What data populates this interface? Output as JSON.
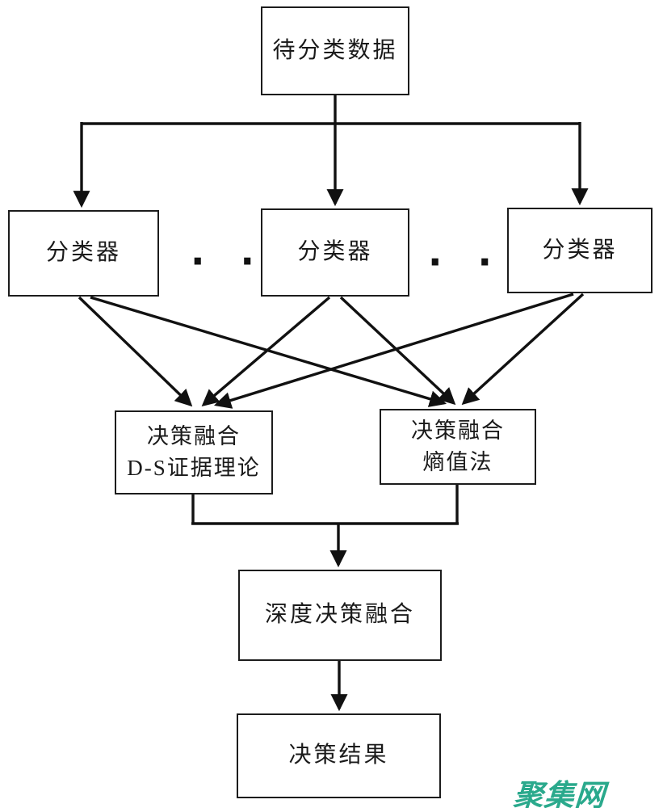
{
  "diagram": {
    "title_node": {
      "label": "待分类数据"
    },
    "classifiers": [
      {
        "label": "分类器"
      },
      {
        "label": "分类器"
      },
      {
        "label": "分类器"
      }
    ],
    "ellipsis_left": "· · ·",
    "ellipsis_right": "· · ·",
    "fusion_ds": {
      "line1": "决策融合",
      "line2": "D-S证据理论"
    },
    "fusion_entropy": {
      "line1": "决策融合",
      "line2": "熵值法"
    },
    "deep_fusion": {
      "label": "深度决策融合"
    },
    "result": {
      "label": "决策结果"
    },
    "colors": {
      "line": "#111111",
      "box_border": "#1c1c1c",
      "background": "#ffffff",
      "watermark": "#2aa98c"
    }
  },
  "watermark": {
    "text": "聚集网"
  }
}
